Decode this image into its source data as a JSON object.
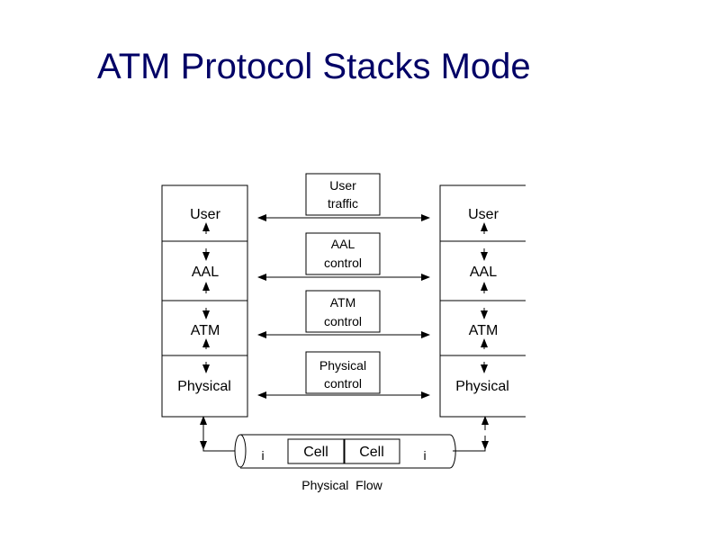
{
  "slide": {
    "title": "ATM Protocol Stacks Mode"
  },
  "diagram": {
    "left_stack": [
      "User",
      "AAL",
      "ATM",
      "Physical"
    ],
    "right_stack": [
      "User",
      "AAL",
      "ATM",
      "Physical"
    ],
    "control_boxes": [
      [
        "User",
        "traffic"
      ],
      [
        "AAL",
        "control"
      ],
      [
        "ATM",
        "control"
      ],
      [
        "Physical",
        "control"
      ]
    ],
    "pipe": {
      "cells": [
        "Cell",
        "Cell"
      ],
      "left_mark": "i",
      "right_mark": "i",
      "label": "Physical  Flow"
    }
  }
}
